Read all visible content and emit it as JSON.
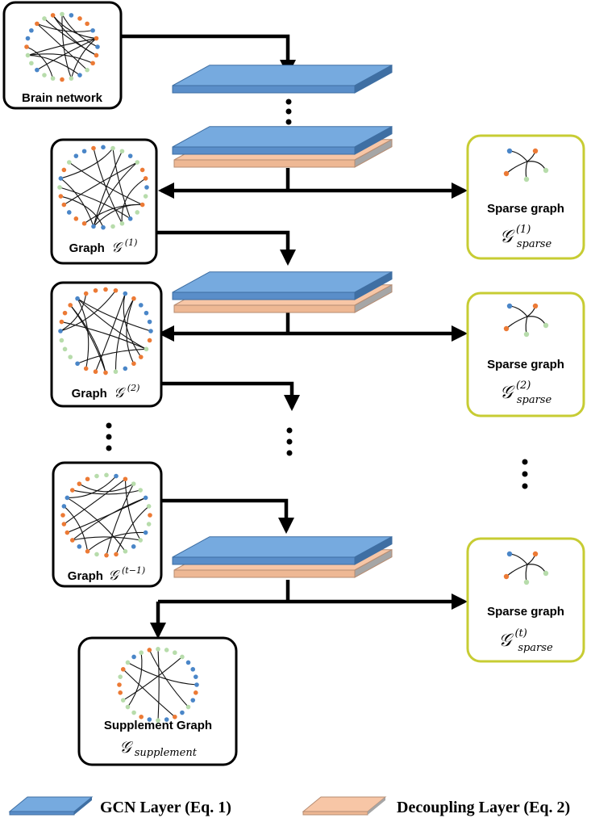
{
  "input": {
    "label": "Brain network"
  },
  "graphs": [
    {
      "label": "Graph",
      "symbol": "𝒢",
      "sup": "(1)"
    },
    {
      "label": "Graph",
      "symbol": "𝒢",
      "sup": "(2)"
    },
    {
      "label": "Graph",
      "symbol": "𝒢",
      "sup": "(t−1)"
    }
  ],
  "sparse_graphs": [
    {
      "label": "Sparse graph",
      "symbol": "𝒢",
      "sup": "(1)",
      "sub": "sparse"
    },
    {
      "label": "Sparse graph",
      "symbol": "𝒢",
      "sup": "(2)",
      "sub": "sparse"
    },
    {
      "label": "Sparse graph",
      "symbol": "𝒢",
      "sup": "(t)",
      "sub": "sparse"
    }
  ],
  "supplement": {
    "label": "Supplement Graph",
    "symbol": "𝒢",
    "sub": "supplement"
  },
  "legend": {
    "gcn_label": "GCN Layer (Eq. 1)",
    "decoupling_label": "Decoupling Layer (Eq. 2)"
  },
  "colors": {
    "gcn_fill": "#76aadf",
    "gcn_edge": "#3f6fa3",
    "dec_fill": "#f7c6a6",
    "dec_edge": "#b68c72",
    "graph_border": "#000000",
    "sparse_border": "#c7cc33",
    "node_blue": "#4a86c8",
    "node_orange": "#ec7a35",
    "node_green": "#b7dcab"
  }
}
